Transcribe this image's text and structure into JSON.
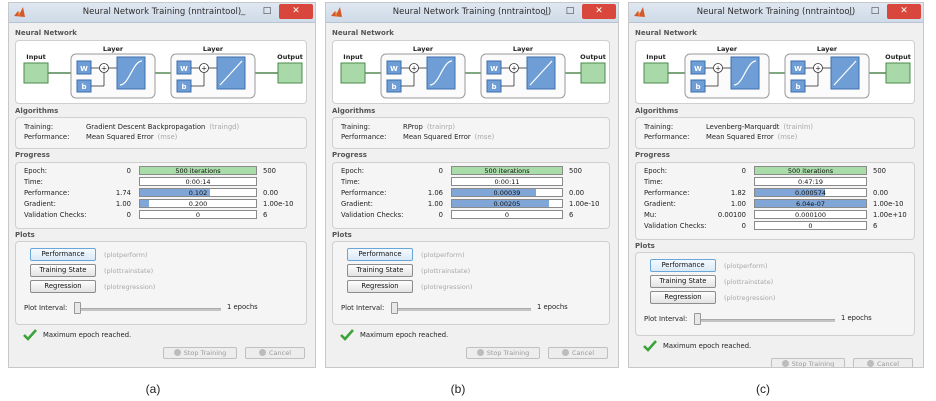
{
  "window_title": "Neural Network Training (nntraintool)",
  "window_buttons": {
    "minimize": "_",
    "maximize": "□",
    "close": "✕"
  },
  "sections": {
    "network": "Neural Network",
    "algorithms": "Algorithms",
    "progress": "Progress",
    "plots": "Plots"
  },
  "network": {
    "input": "Input",
    "output": "Output",
    "layer": "Layer",
    "w": "W",
    "b": "b",
    "plus": "+"
  },
  "labels": {
    "training": "Training:",
    "performance": "Performance:",
    "epoch": "Epoch:",
    "time": "Time:",
    "perf": "Performance:",
    "gradient": "Gradient:",
    "mu": "Mu:",
    "validation": "Validation Checks:",
    "plot_interval": "Plot Interval:",
    "epochs": "1 epochs"
  },
  "plot_buttons": {
    "performance": "Performance",
    "training_state": "Training State",
    "regression": "Regression",
    "performance_fn": "(plotperform)",
    "training_state_fn": "(plottrainstate)",
    "regression_fn": "(plotregression)"
  },
  "bottom": {
    "status": "Maximum epoch reached.",
    "stop": "Stop Training",
    "cancel": "Cancel"
  },
  "panels": [
    {
      "caption": "(a)",
      "training_alg": "Gradient Descent Backpropagation",
      "training_fn": "(traingd)",
      "performance_fn": "Mean Squared Error",
      "performance_abbr": "(mse)",
      "rows": [
        {
          "key": "epoch",
          "min": "0",
          "bar": "500 iterations",
          "max": "500",
          "fill": 1.0,
          "color": "green"
        },
        {
          "key": "time",
          "min": "",
          "bar": "0:00:14",
          "max": "",
          "fill": 0,
          "color": "none"
        },
        {
          "key": "perf",
          "min": "1.74",
          "bar": "0.102",
          "max": "0.00",
          "fill": 0.6,
          "color": "blue"
        },
        {
          "key": "gradient",
          "min": "1.00",
          "bar": "0.200",
          "max": "1.00e-10",
          "fill": 0.08,
          "color": "blue"
        },
        {
          "key": "validation",
          "min": "0",
          "bar": "0",
          "max": "6",
          "fill": 0,
          "color": "none"
        }
      ]
    },
    {
      "caption": "(b)",
      "training_alg": "RProp",
      "training_fn": "(trainrp)",
      "performance_fn": "Mean Squared Error",
      "performance_abbr": "(mse)",
      "rows": [
        {
          "key": "epoch",
          "min": "0",
          "bar": "500 iterations",
          "max": "500",
          "fill": 1.0,
          "color": "green"
        },
        {
          "key": "time",
          "min": "",
          "bar": "0:00:11",
          "max": "",
          "fill": 0,
          "color": "none"
        },
        {
          "key": "perf",
          "min": "1.06",
          "bar": "0.00039",
          "max": "0.00",
          "fill": 0.76,
          "color": "blue"
        },
        {
          "key": "gradient",
          "min": "1.00",
          "bar": "0.00205",
          "max": "1.00e-10",
          "fill": 0.88,
          "color": "blue"
        },
        {
          "key": "validation",
          "min": "0",
          "bar": "0",
          "max": "6",
          "fill": 0,
          "color": "none"
        }
      ]
    },
    {
      "caption": "(c)",
      "training_alg": "Levenberg-Marquardt",
      "training_fn": "(trainlm)",
      "performance_fn": "Mean Squared Error",
      "performance_abbr": "(mse)",
      "rows": [
        {
          "key": "epoch",
          "min": "0",
          "bar": "500 iterations",
          "max": "500",
          "fill": 1.0,
          "color": "green"
        },
        {
          "key": "time",
          "min": "",
          "bar": "0:47:19",
          "max": "",
          "fill": 0,
          "color": "none"
        },
        {
          "key": "perf",
          "min": "1.82",
          "bar": "0.000574",
          "max": "0.00",
          "fill": 0.63,
          "color": "blue"
        },
        {
          "key": "gradient",
          "min": "1.00",
          "bar": "6.04e-07",
          "max": "1.00e-10",
          "fill": 1.0,
          "color": "blue"
        },
        {
          "key": "mu",
          "min": "0.00100",
          "bar": "0.000100",
          "max": "1.00e+10",
          "fill": 0,
          "color": "none"
        },
        {
          "key": "validation",
          "min": "0",
          "bar": "0",
          "max": "6",
          "fill": 0,
          "color": "none"
        }
      ]
    }
  ],
  "colors": {
    "green_fill": "#a8dca8",
    "blue_fill": "#7fa6d6",
    "block_blue": "#6f9ed6",
    "input_green": "#a9d9a9",
    "close_red": "#d9463b",
    "check_green": "#3aa33a"
  }
}
